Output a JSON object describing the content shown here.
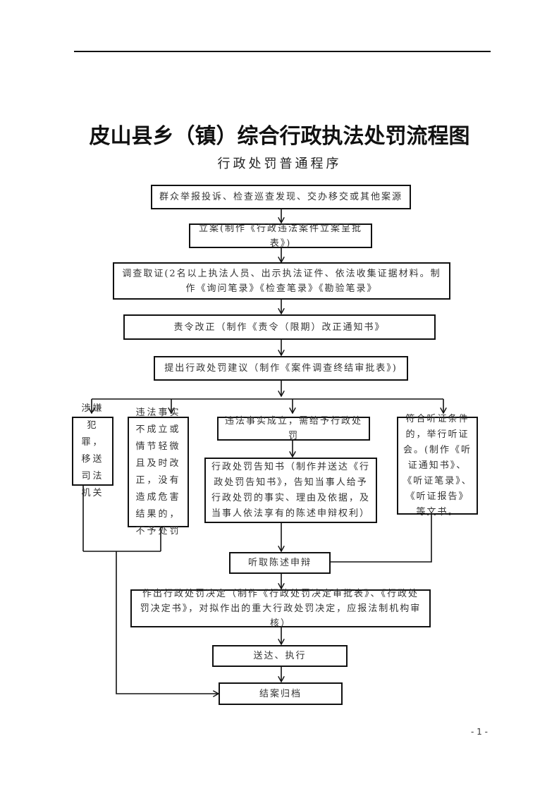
{
  "document": {
    "title": "皮山县乡（镇）综合行政执法处罚流程图",
    "subtitle": "行政处罚普通程序",
    "page_number": "- 1 -"
  },
  "flow": {
    "step_source": "群众举报投诉、检查巡查发现、交办移交或其他案源",
    "step_filing": "立案(制作《行政违法案件立案呈批表》)",
    "step_investigation": "调查取证(2名以上执法人员、出示执法证件、依法收集证据材料。制作《询问笔录》《检查笔录》《勘验笔录》",
    "step_rectify": "责令改正（制作《责令（限期）改正通知书》",
    "step_proposal": "提出行政处罚建议（制作《案件调查终结审批表》)",
    "branch_criminal": "涉嫌犯罪，移送司法机关",
    "branch_no_penalty": "违法事实不成立或情节轻微且及时改正，没有造成危害结果的，不予处罚",
    "branch_penalty": "违法事实成立，需给予行政处罚",
    "step_notice": "行政处罚告知书（制作并送达《行政处罚告知书》，告知当事人给予行政处罚的事实、理由及依据，及当事人依法享有的陈述申辩权利）",
    "branch_hearing": "符合听证条件的，举行听证会。(制作《听证通知书》、《听证笔录》、《听证报告》等文书。",
    "step_statement": "听取陈述申辩",
    "step_decision": "作出行政处罚决定（制作《行政处罚决定审批表》、《行政处罚决定书》，对拟作出的重大行政处罚决定，应报法制机构审核）",
    "step_delivery": "送达、执行",
    "step_archive": "结案归档"
  }
}
